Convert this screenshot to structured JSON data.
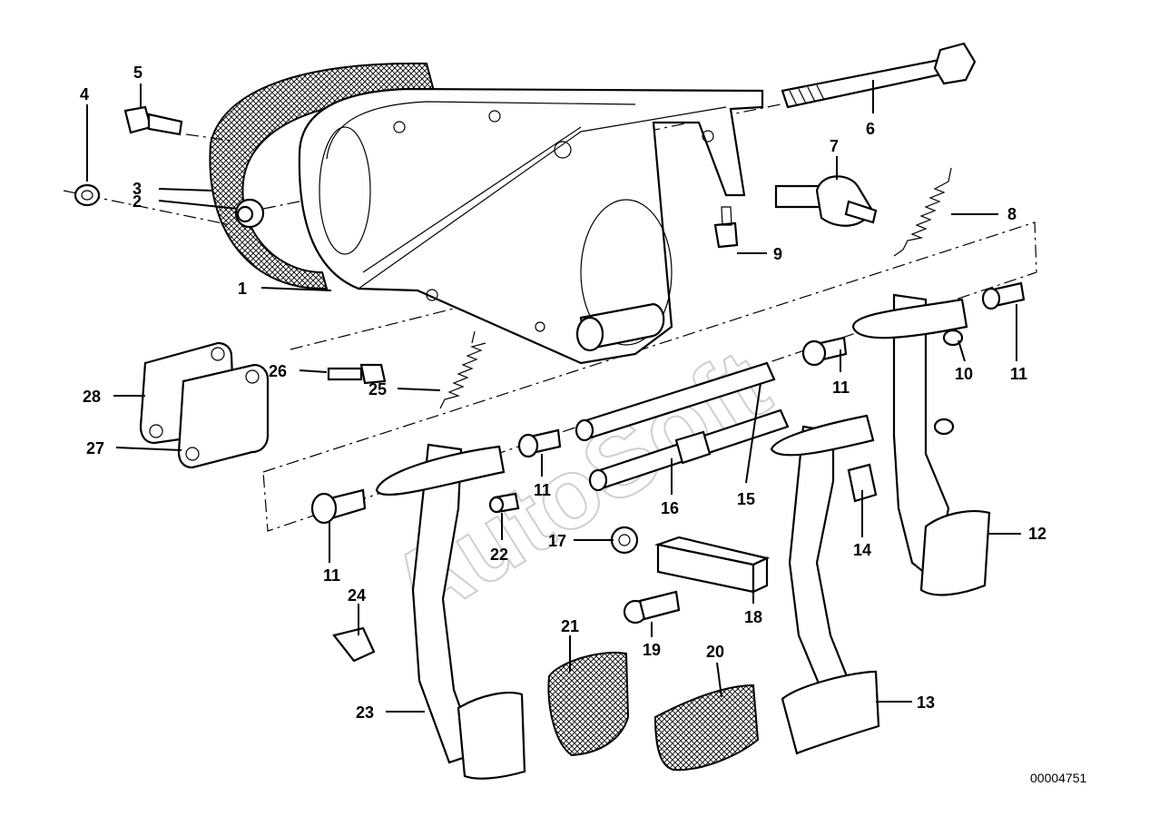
{
  "diagram": {
    "document_id": "00004751",
    "watermark": "AutoSoft",
    "callouts": [
      {
        "id": "1",
        "label": "1"
      },
      {
        "id": "2",
        "label": "2"
      },
      {
        "id": "3",
        "label": "3"
      },
      {
        "id": "4",
        "label": "4"
      },
      {
        "id": "5",
        "label": "5"
      },
      {
        "id": "6",
        "label": "6"
      },
      {
        "id": "7",
        "label": "7"
      },
      {
        "id": "8",
        "label": "8"
      },
      {
        "id": "9",
        "label": "9"
      },
      {
        "id": "10",
        "label": "10"
      },
      {
        "id": "11a",
        "label": "11"
      },
      {
        "id": "11b",
        "label": "11"
      },
      {
        "id": "11c",
        "label": "11"
      },
      {
        "id": "11d",
        "label": "11"
      },
      {
        "id": "12",
        "label": "12"
      },
      {
        "id": "13",
        "label": "13"
      },
      {
        "id": "14",
        "label": "14"
      },
      {
        "id": "15",
        "label": "15"
      },
      {
        "id": "16",
        "label": "16"
      },
      {
        "id": "17",
        "label": "17"
      },
      {
        "id": "18",
        "label": "18"
      },
      {
        "id": "19",
        "label": "19"
      },
      {
        "id": "20",
        "label": "20"
      },
      {
        "id": "21",
        "label": "21"
      },
      {
        "id": "22",
        "label": "22"
      },
      {
        "id": "23",
        "label": "23"
      },
      {
        "id": "24",
        "label": "24"
      },
      {
        "id": "25",
        "label": "25"
      },
      {
        "id": "26",
        "label": "26"
      },
      {
        "id": "27",
        "label": "27"
      },
      {
        "id": "28",
        "label": "28"
      }
    ]
  }
}
